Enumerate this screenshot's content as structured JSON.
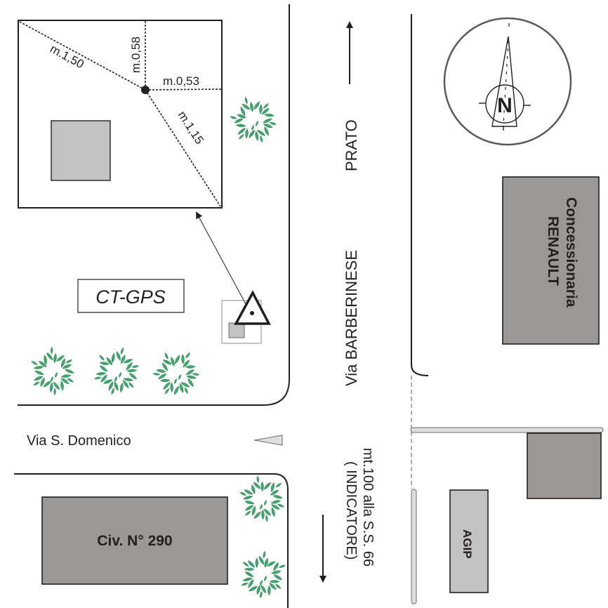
{
  "map": {
    "colors": {
      "ink": "#231f20",
      "building_dark": "#999897",
      "building_light": "#c2c2c2",
      "tree_green": "#3fa86f",
      "curb": "#dedede"
    },
    "plot": {
      "measurements": [
        {
          "id": "nw",
          "label": "m.1,50"
        },
        {
          "id": "n",
          "label": "m.0,58"
        },
        {
          "id": "e",
          "label": "m.0,53"
        },
        {
          "id": "se",
          "label": "m.1,15"
        }
      ]
    },
    "station_label": "CT-GPS",
    "streets": {
      "via_barberinese": "Via BARBERINESE",
      "via_s_domenico": "Via S. Domenico",
      "direction_prato": "PRATO",
      "distance_note_line1": "mt.100 alla S.S. 66",
      "distance_note_line2": "( INDICATORE)"
    },
    "buildings": {
      "renault_line1": "Concessionaria",
      "renault_line2": "RENAULT",
      "civico": "Civ. N° 290",
      "agip": "AGIP"
    },
    "compass": {
      "north_label": "N"
    },
    "icons": [
      "north-arrow-compass-icon",
      "gps-station-triangle-icon",
      "tree-icon",
      "direction-arrow-icon"
    ]
  }
}
